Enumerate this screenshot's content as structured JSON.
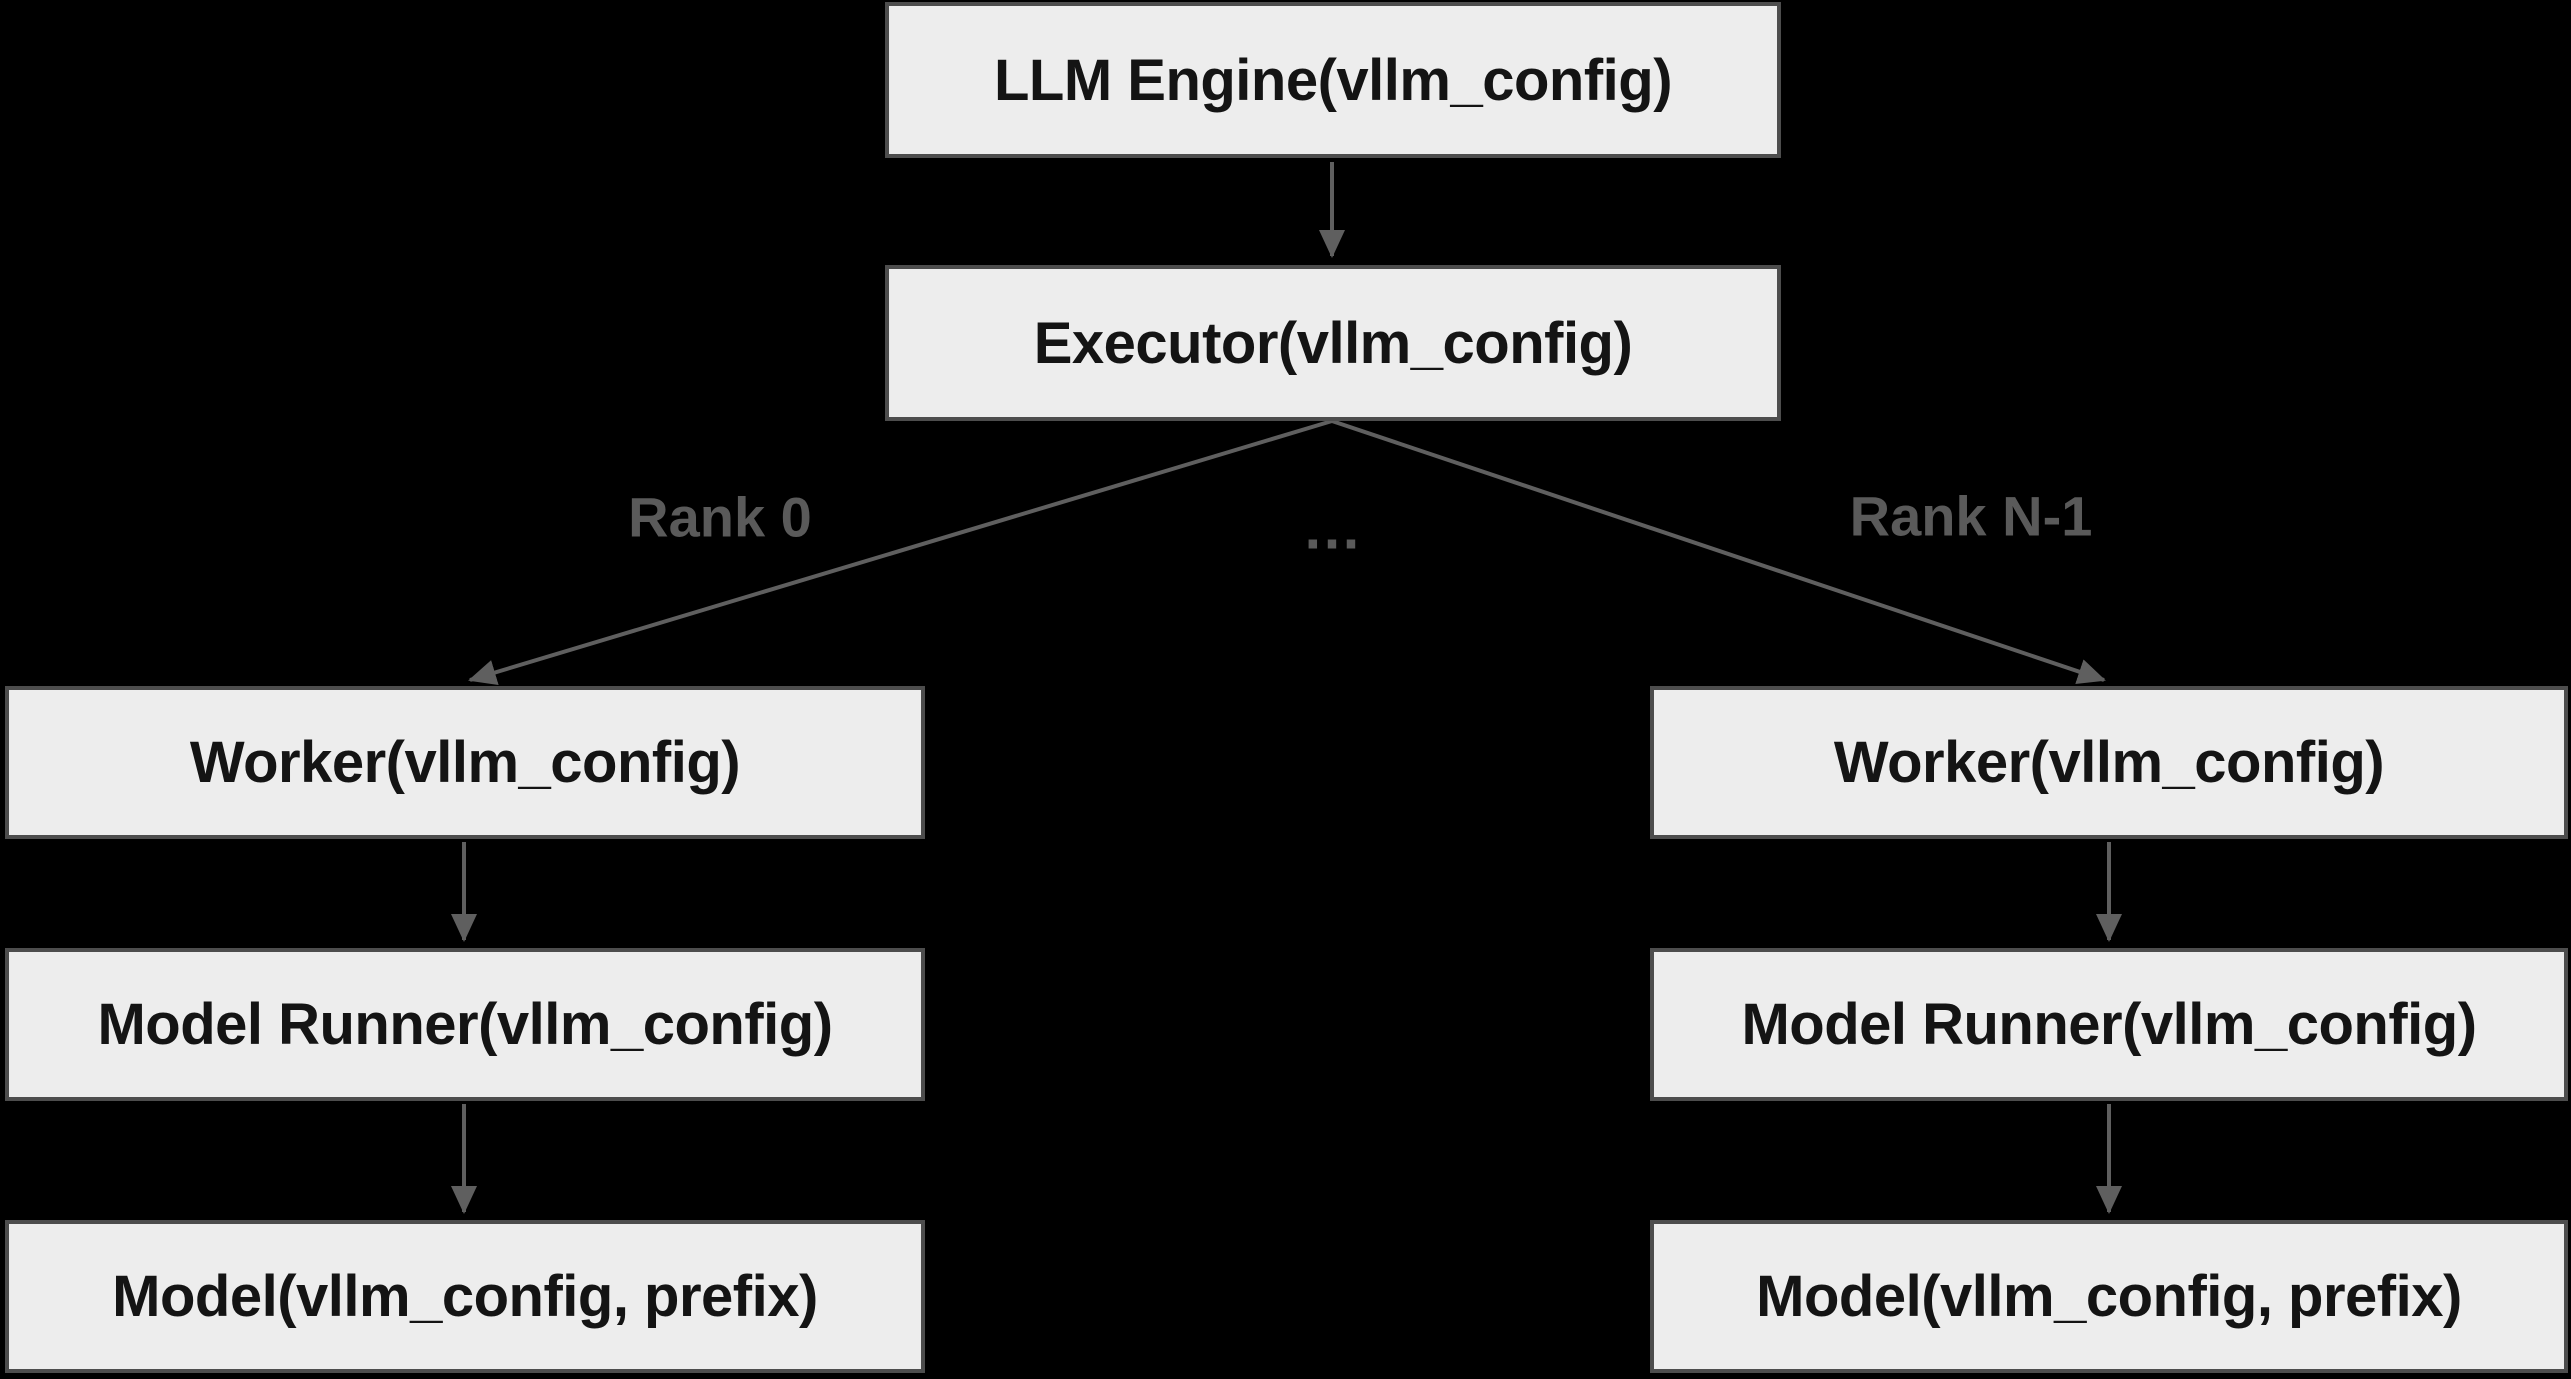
{
  "diagram": {
    "nodes": [
      {
        "id": "llm-engine",
        "label": "LLM Engine(vllm_config)"
      },
      {
        "id": "executor",
        "label": "Executor(vllm_config)"
      },
      {
        "id": "worker-rank0",
        "label": "Worker(vllm_config)"
      },
      {
        "id": "worker-rankn1",
        "label": "Worker(vllm_config)"
      },
      {
        "id": "model-runner-rank0",
        "label": "Model Runner(vllm_config)"
      },
      {
        "id": "model-runner-rankn1",
        "label": "Model Runner(vllm_config)"
      },
      {
        "id": "model-rank0",
        "label": "Model(vllm_config, prefix)"
      },
      {
        "id": "model-rankn1",
        "label": "Model(vllm_config, prefix)"
      }
    ],
    "edges": [
      {
        "from": "llm-engine",
        "to": "executor",
        "label": ""
      },
      {
        "from": "executor",
        "to": "worker-rank0",
        "label": "Rank 0"
      },
      {
        "from": "executor",
        "to": "worker-rankn1",
        "label": "Rank N-1"
      },
      {
        "from": "worker-rank0",
        "to": "model-runner-rank0",
        "label": ""
      },
      {
        "from": "worker-rankn1",
        "to": "model-runner-rankn1",
        "label": ""
      },
      {
        "from": "model-runner-rank0",
        "to": "model-rank0",
        "label": ""
      },
      {
        "from": "model-runner-rankn1",
        "to": "model-rankn1",
        "label": ""
      }
    ],
    "edge_labels": {
      "rank0": "Rank 0",
      "ellipsis": "…",
      "rankn1": "Rank N-1"
    },
    "colors": {
      "background": "#000000",
      "node_fill": "#ededed",
      "node_border": "#4d4d4d",
      "node_text": "#141414",
      "edge_line": "#5f5f5f",
      "edge_label_text": "#5a5a5a"
    }
  }
}
